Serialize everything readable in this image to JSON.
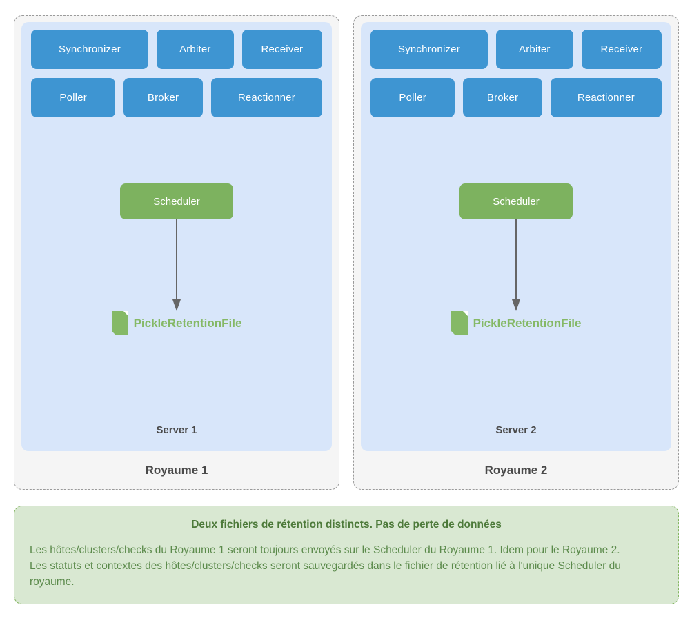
{
  "colors": {
    "process_blue": "#3e95d2",
    "server_panel_blue": "#d8e6fa",
    "realm_background": "#f5f5f5",
    "realm_border_gray": "#9a9a9a",
    "scheduler_green": "#7db25f",
    "retention_file_green": "#85b966",
    "note_background": "#d9e8d2",
    "note_border_green": "#84b561",
    "note_title_green": "#4d7a3a",
    "note_text_green": "#5b8a4b",
    "label_dark_gray": "#4a4a4a",
    "arrow_gray": "#666666"
  },
  "realms": [
    {
      "label": "Royaume 1",
      "server": {
        "label": "Server 1",
        "processes": [
          "Synchronizer",
          "Arbiter",
          "Receiver",
          "Poller",
          "Broker",
          "Reactionner"
        ],
        "scheduler": "Scheduler",
        "retention_file": "PickleRetentionFile"
      }
    },
    {
      "label": "Royaume 2",
      "server": {
        "label": "Server 2",
        "processes": [
          "Synchronizer",
          "Arbiter",
          "Receiver",
          "Poller",
          "Broker",
          "Reactionner"
        ],
        "scheduler": "Scheduler",
        "retention_file": "PickleRetentionFile"
      }
    }
  ],
  "note": {
    "title": "Deux fichiers de rétention distincts. Pas de perte de données",
    "paragraphs": [
      "Les hôtes/clusters/checks du Royaume 1 seront toujours envoyés sur le Scheduler du Royaume 1. Idem pour le Royaume 2.",
      "Les statuts et contextes des hôtes/clusters/checks seront sauvegardés dans le fichier de rétention lié à l'unique Scheduler du royaume."
    ]
  }
}
